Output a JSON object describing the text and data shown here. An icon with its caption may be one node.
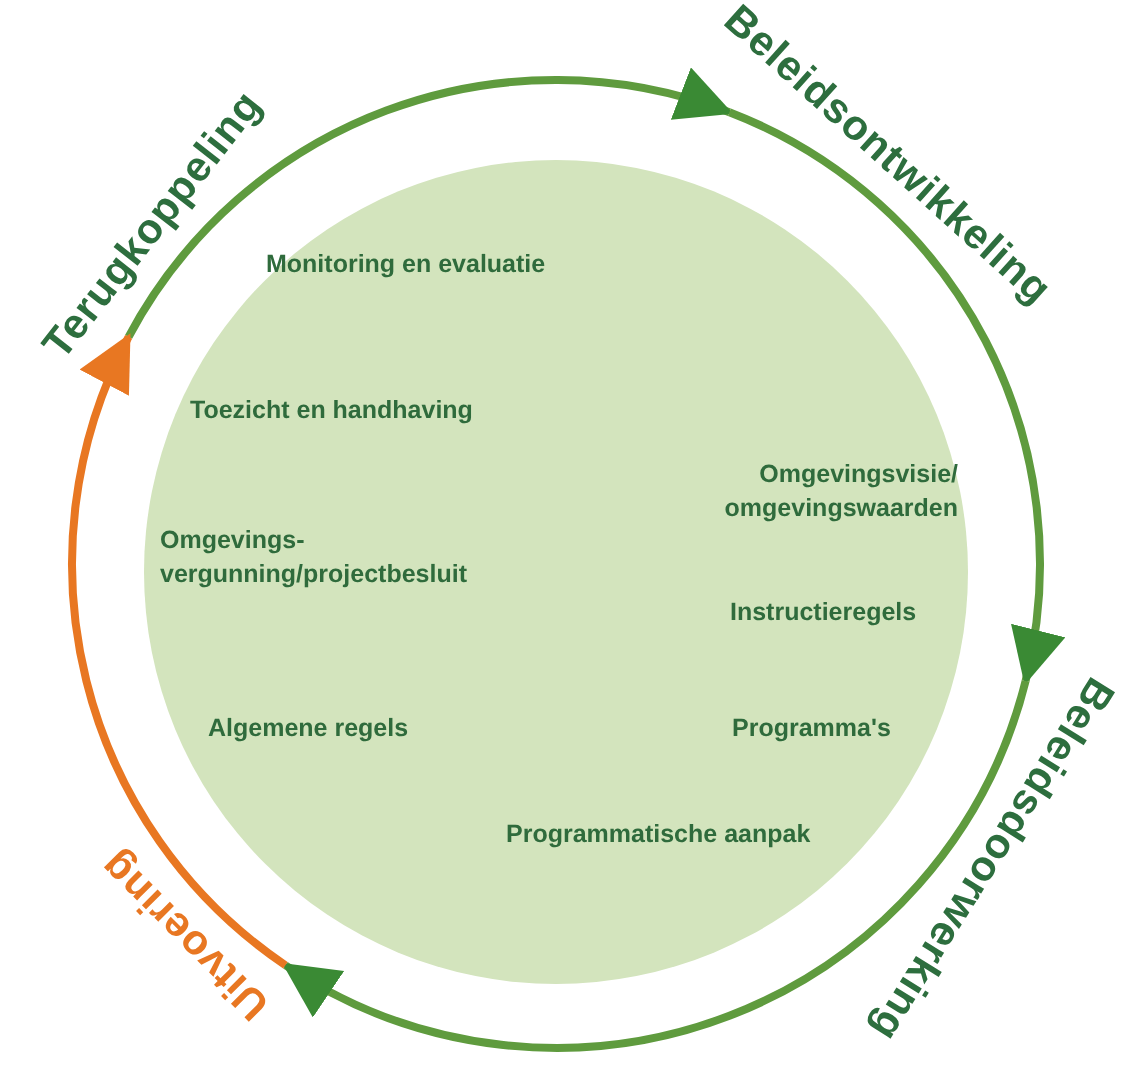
{
  "diagram": {
    "nodes": [
      {
        "text": [
          "Terugkoppeling"
        ]
      },
      {
        "text": [
          "Beleidsontwikkeling"
        ]
      },
      {
        "text": [
          "Beleidsdoorwerking"
        ]
      },
      {
        "text": [
          "Uitvoering"
        ]
      }
    ],
    "edges": [
      {
        "from": 0,
        "to": 1,
        "arrow": "to"
      },
      {
        "from": 1,
        "to": 2,
        "arrow": "to"
      },
      {
        "from": 2,
        "to": 3,
        "arrow": "to"
      },
      {
        "from": 3,
        "to": 0,
        "arrow": "to",
        "color": "#e87722"
      }
    ],
    "labels": [
      "Monitoring en evaluatie",
      "Toezicht en handhaving",
      "Omgevingsvisie/ omgevingswaarden",
      "Omgevings- vergunning/projectbesluit",
      "Instructieregels",
      "Algemene regels",
      "Programma's",
      "Programmatische aanpak"
    ]
  }
}
